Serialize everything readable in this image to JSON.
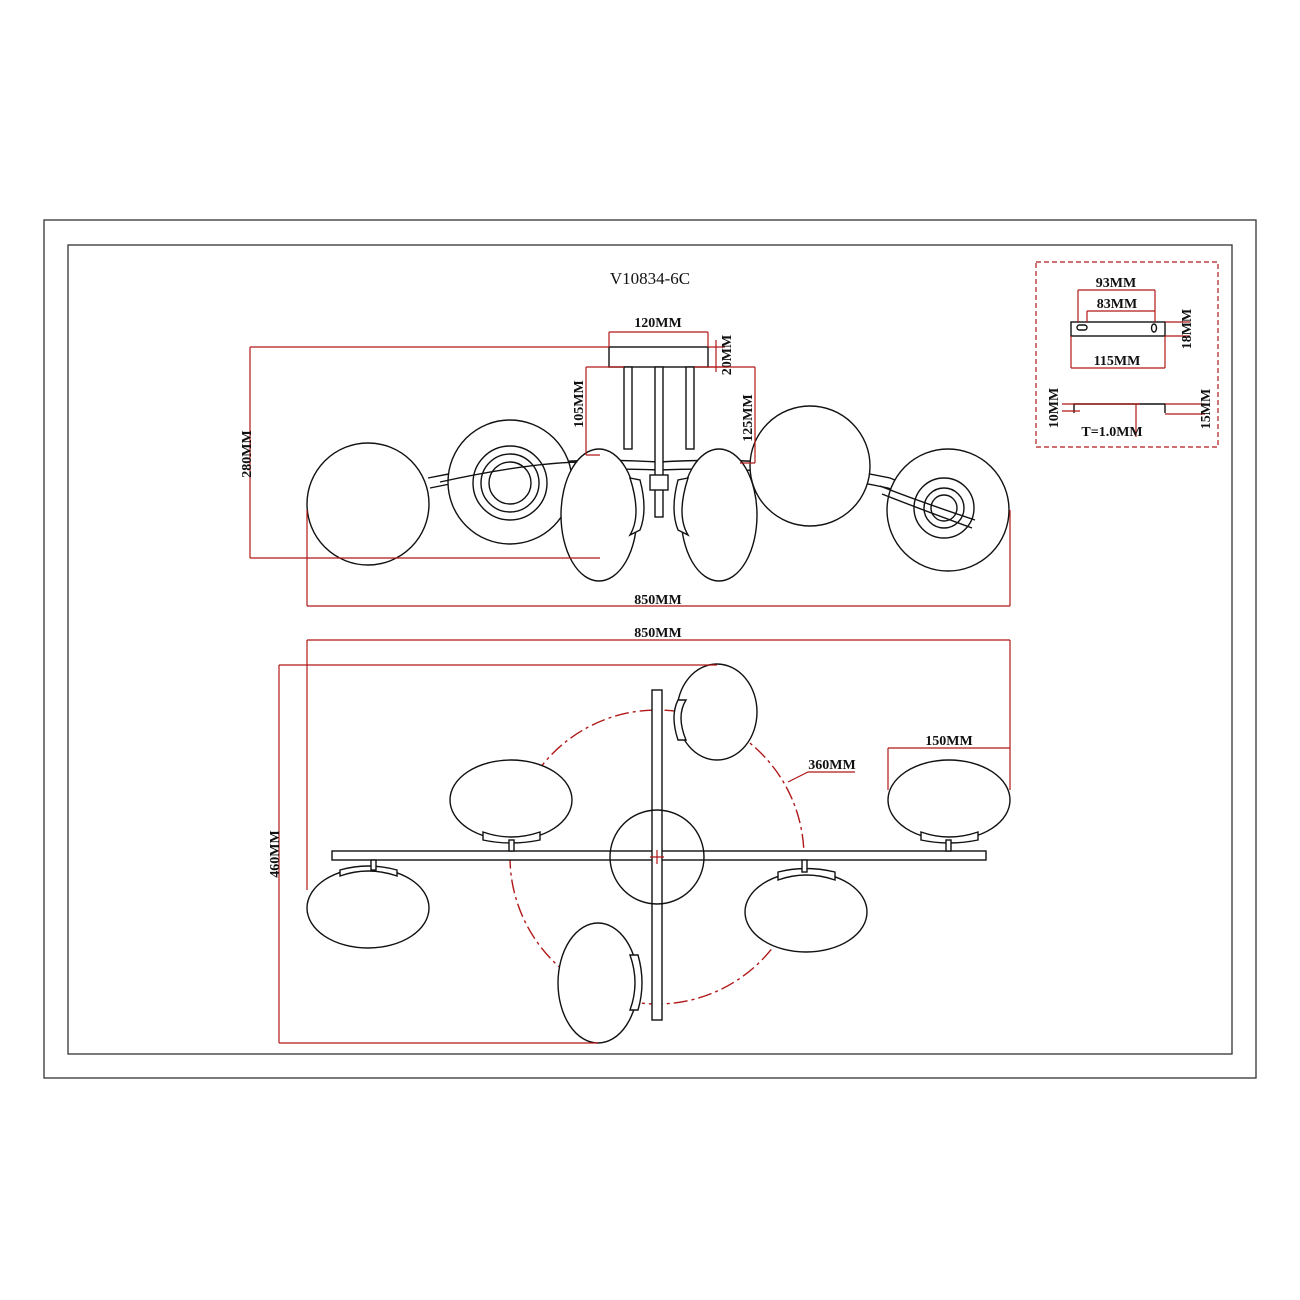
{
  "title": "V10834-6C",
  "elevation": {
    "canopy_width": "120MM",
    "canopy_height": "20MM",
    "rod_short": "105MM",
    "rod_long": "125MM",
    "total_height": "280MM",
    "total_width": "850MM"
  },
  "plan": {
    "total_width": "850MM",
    "total_depth": "460MM",
    "circle_diameter": "360MM",
    "globe_width": "150MM"
  },
  "bracket": {
    "hole_outer": "93MM",
    "hole_inner": "83MM",
    "plate_height": "18MM",
    "plate_length": "115MM",
    "flange_left": "10MM",
    "flange_right": "15MM",
    "thickness": "T=1.0MM"
  },
  "colors": {
    "dimension": "#b01818",
    "outline": "#111111"
  }
}
